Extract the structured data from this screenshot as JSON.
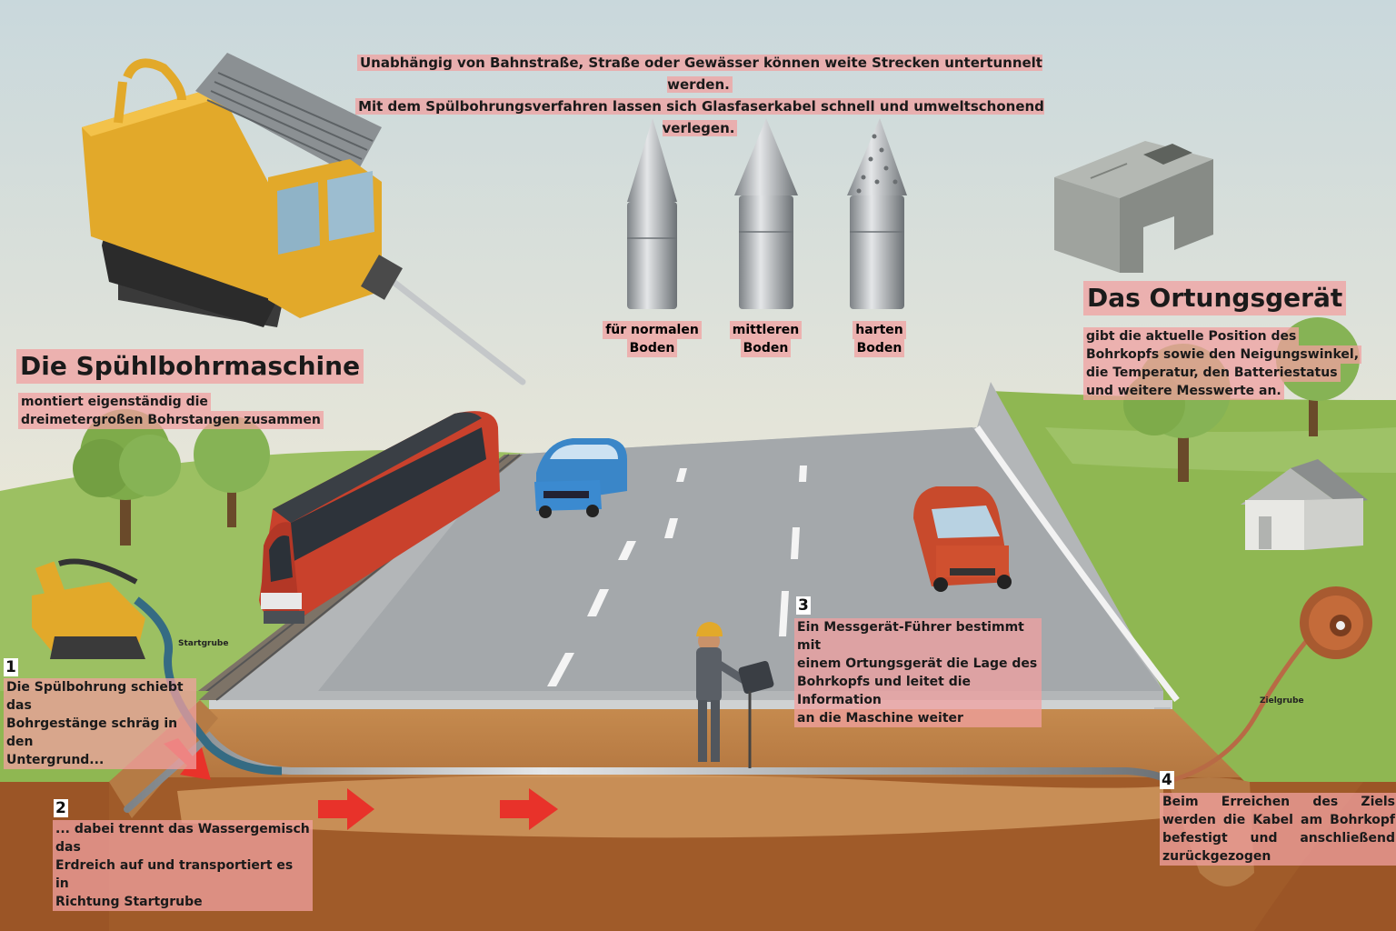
{
  "intro": {
    "line1": "Unabhängig von Bahnstraße, Straße oder Gewässer können weite Strecken untertunnelt werden.",
    "line2": "Mit dem Spülbohrungsverfahren lassen sich Glasfaserkabel schnell und umweltschonend verlegen."
  },
  "machine": {
    "title": "Die Spühlbohrmaschine",
    "desc_line1": "montiert eigenständig die",
    "desc_line2": "dreimetergroßen Bohrstangen zusammen"
  },
  "drill_heads": [
    {
      "line1": "für normalen",
      "line2": "Boden"
    },
    {
      "line1": "mittleren",
      "line2": "Boden"
    },
    {
      "line1": "harten",
      "line2": "Boden"
    }
  ],
  "locator": {
    "title": "Das Ortungsgerät",
    "desc_line1": "gibt die aktuelle Position des",
    "desc_line2": "Bohrkopfs sowie den Neigungswinkel,",
    "desc_line3": "die Temperatur, den Batteriestatus",
    "desc_line4": "und weitere Messwerte an."
  },
  "pits": {
    "start": "Startgrube",
    "target": "Zielgrube"
  },
  "steps": [
    {
      "number": "1",
      "text": "Die Spülbohrung schiebt das\nBohrgestänge schräg in den\nUntergrund..."
    },
    {
      "number": "2",
      "text": "... dabei trennt das Wassergemisch das\nErdreich auf und transportiert es in\nRichtung Startgrube"
    },
    {
      "number": "3",
      "text": "Ein Messgerät-Führer bestimmt mit\neinem Ortungsgerät die Lage des\nBohrkopfs und leitet die Information\nan die Maschine weiter"
    },
    {
      "number": "4",
      "text": "Beim Erreichen des Ziels werden die Kabel am Bohrkopf befestigt und anschließend zurückgezogen"
    }
  ],
  "colors": {
    "label_bg": "#f0a0a0",
    "arrow": "#e8322a",
    "machine_yellow": "#e2a92a",
    "train_red": "#c9412c",
    "soil": "#a9652f",
    "grass": "#8bb554"
  }
}
